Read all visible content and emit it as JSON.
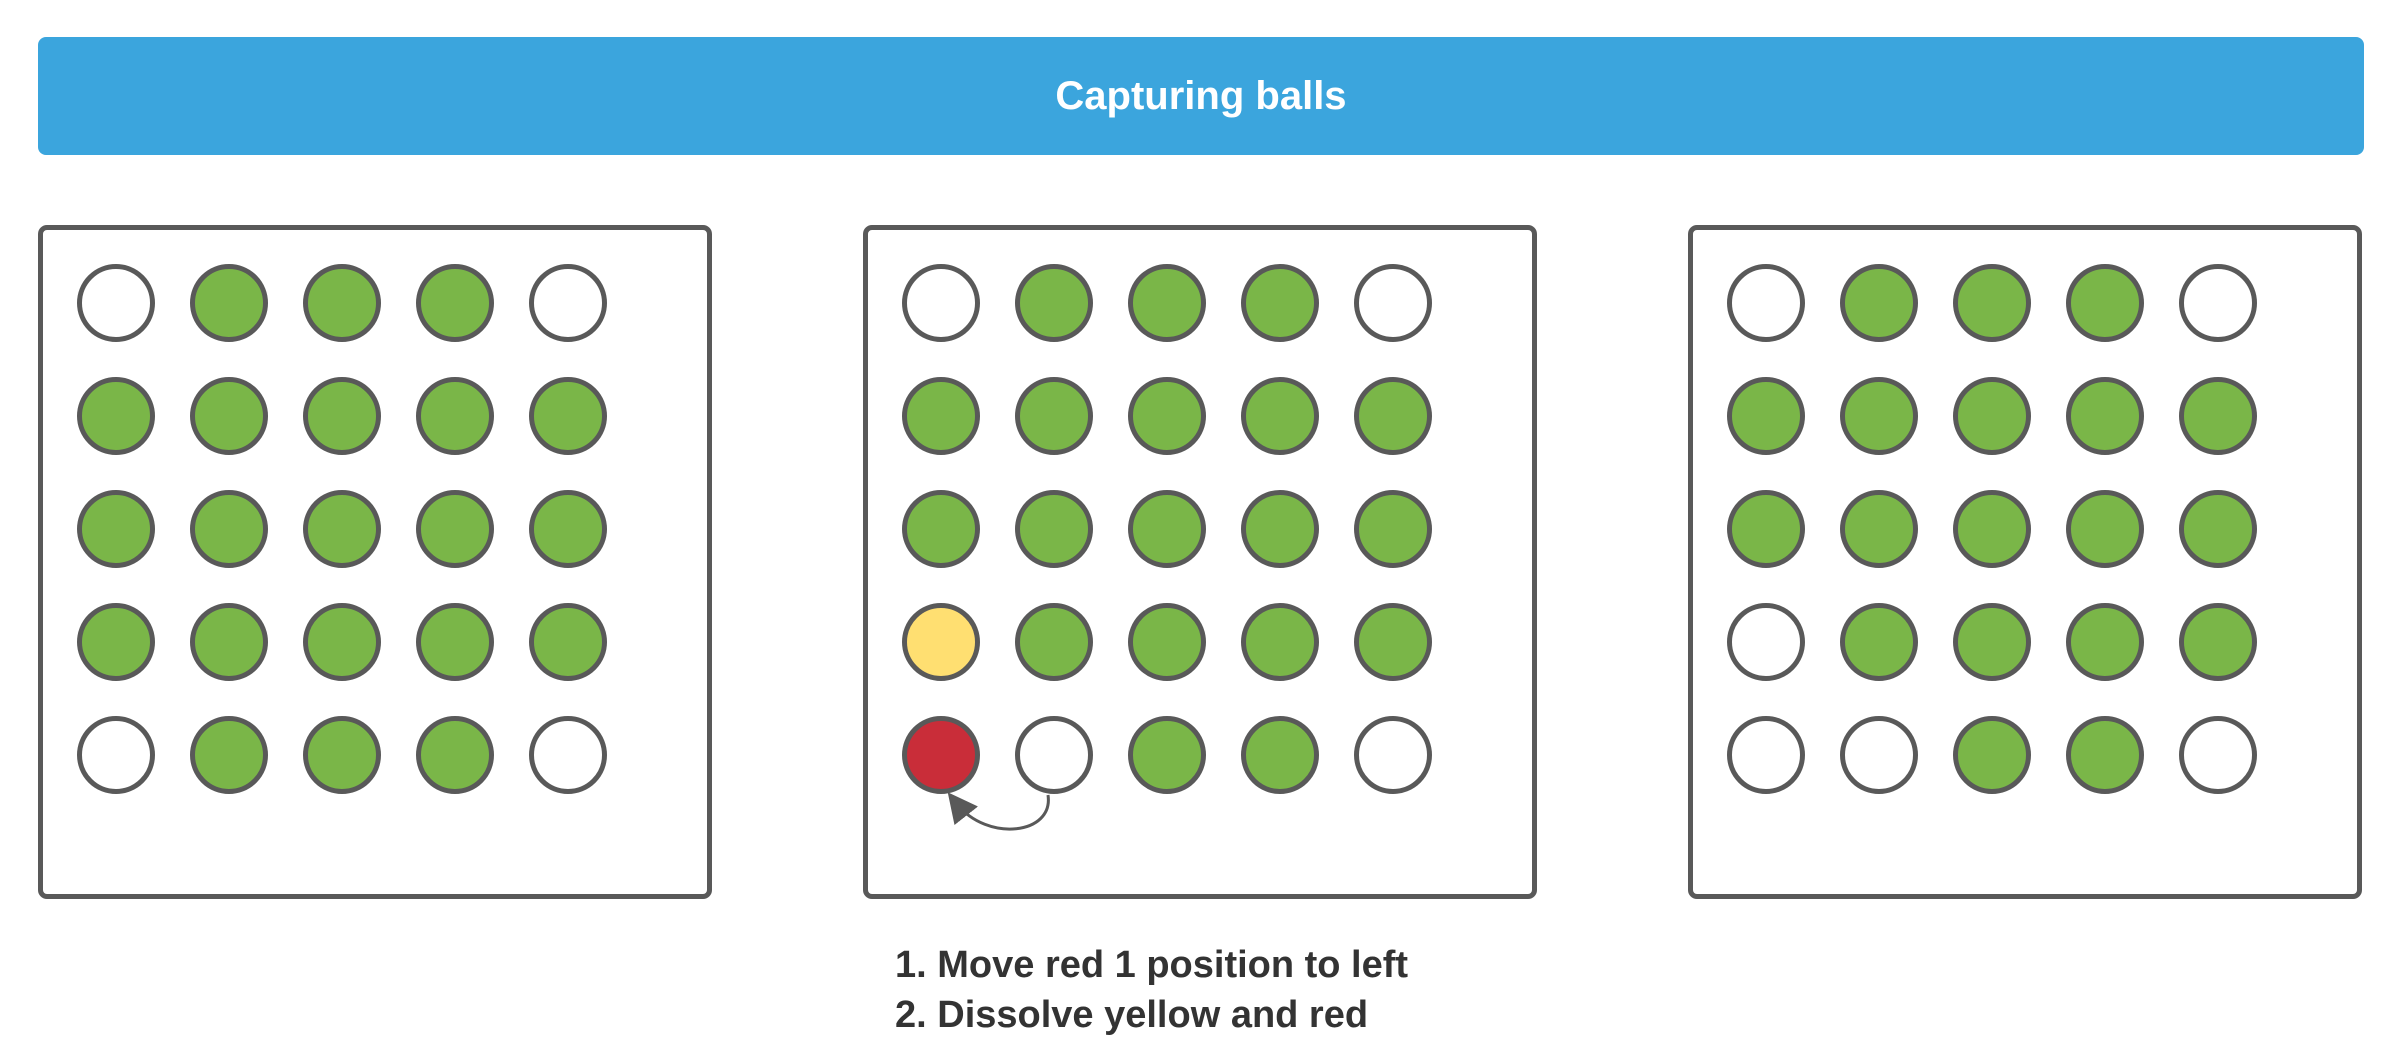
{
  "title": "Capturing balls",
  "colors": {
    "header": "#3ba5dd",
    "empty": "#ffffff",
    "green": "#7ab648",
    "yellow": "#ffdf71",
    "red": "#c92d39",
    "outline": "#595959"
  },
  "boards": [
    {
      "grid": [
        [
          "empty",
          "green",
          "green",
          "green",
          "empty"
        ],
        [
          "green",
          "green",
          "green",
          "green",
          "green"
        ],
        [
          "green",
          "green",
          "green",
          "green",
          "green"
        ],
        [
          "green",
          "green",
          "green",
          "green",
          "green"
        ],
        [
          "empty",
          "green",
          "green",
          "green",
          "empty"
        ]
      ]
    },
    {
      "grid": [
        [
          "empty",
          "green",
          "green",
          "green",
          "empty"
        ],
        [
          "green",
          "green",
          "green",
          "green",
          "green"
        ],
        [
          "green",
          "green",
          "green",
          "green",
          "green"
        ],
        [
          "yellow",
          "green",
          "green",
          "green",
          "green"
        ],
        [
          "red",
          "empty",
          "green",
          "green",
          "empty"
        ]
      ],
      "move_arrow": {
        "from_row": 4,
        "from_col": 1,
        "to_row": 4,
        "to_col": 0
      }
    },
    {
      "grid": [
        [
          "empty",
          "green",
          "green",
          "green",
          "empty"
        ],
        [
          "green",
          "green",
          "green",
          "green",
          "green"
        ],
        [
          "green",
          "green",
          "green",
          "green",
          "green"
        ],
        [
          "empty",
          "green",
          "green",
          "green",
          "green"
        ],
        [
          "empty",
          "empty",
          "green",
          "green",
          "empty"
        ]
      ]
    }
  ],
  "steps": [
    "1. Move red 1 position to left",
    "2. Dissolve yellow and red"
  ]
}
